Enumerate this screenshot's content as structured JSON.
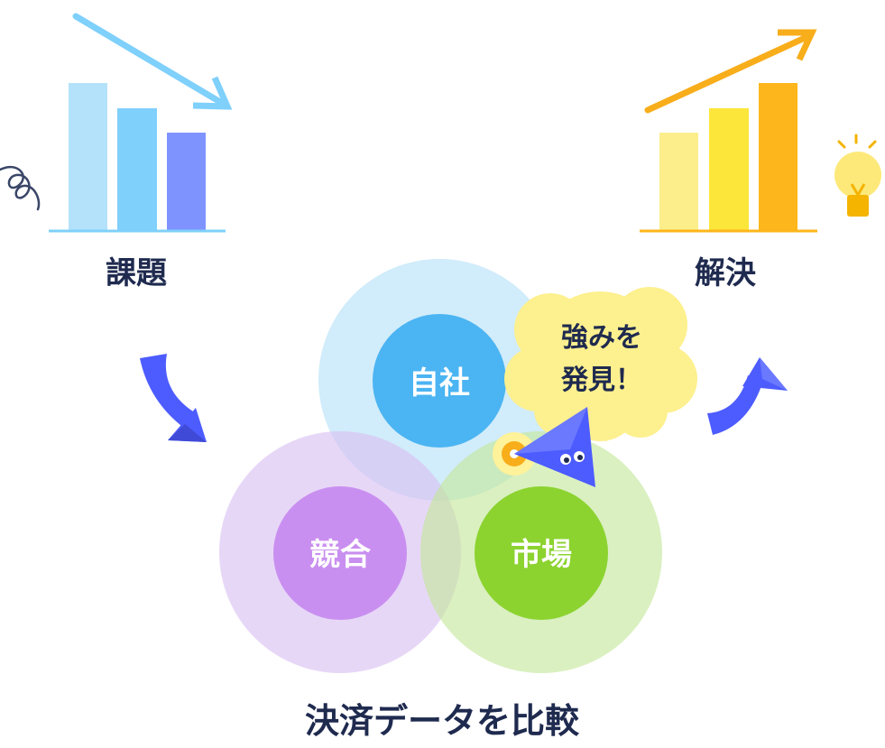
{
  "problem": {
    "label": "課題",
    "trend": "down",
    "bar_colors": [
      "#b3e2fa",
      "#7fd0fb",
      "#7f93ff"
    ],
    "arrow_color": "#7fd0fb"
  },
  "solution": {
    "label": "解決",
    "trend": "up",
    "bar_colors": [
      "#fbee8b",
      "#fde63a",
      "#fdb61b"
    ],
    "arrow_color": "#f8ad1a"
  },
  "venn": {
    "own_company": {
      "label": "自社",
      "color": "#4bb4f2"
    },
    "competitors": {
      "label": "競合",
      "color": "#c98ff0"
    },
    "market": {
      "label": "市場",
      "color": "#8cd330"
    }
  },
  "bubble": {
    "line1": "強みを",
    "line2": "発見！"
  },
  "caption": "決済データを比較",
  "colors": {
    "text_dark": "#1f2a4f",
    "flow_arrow": "#4d5cff",
    "bubble_fill": "#fdf08e",
    "bulb": "#fde97a"
  }
}
